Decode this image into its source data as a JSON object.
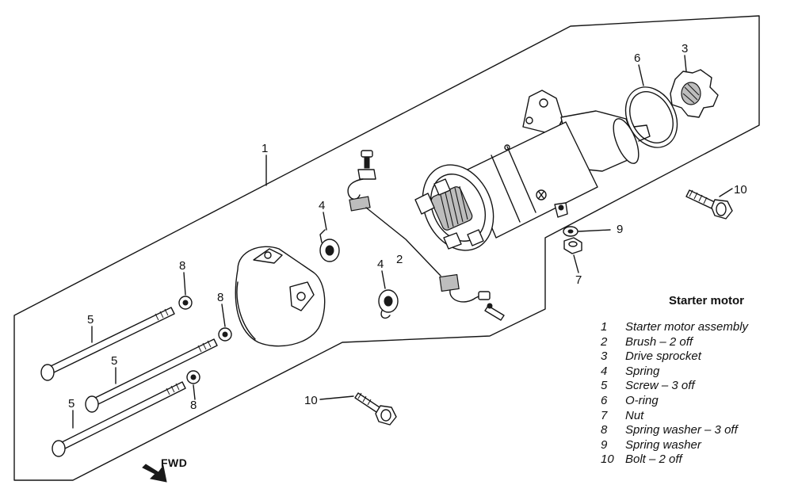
{
  "callouts": {
    "c1": "1",
    "c2": "2",
    "c3": "3",
    "c4a": "4",
    "c4b": "4",
    "c5a": "5",
    "c5b": "5",
    "c5c": "5",
    "c6": "6",
    "c7": "7",
    "c8a": "8",
    "c8b": "8",
    "c8c": "8",
    "c9": "9",
    "c10a": "10",
    "c10b": "10"
  },
  "legend": {
    "title": "Starter motor",
    "items": [
      {
        "num": "1",
        "label": "Starter motor assembly"
      },
      {
        "num": "2",
        "label": "Brush – 2 off"
      },
      {
        "num": "3",
        "label": "Drive sprocket"
      },
      {
        "num": "4",
        "label": "Spring"
      },
      {
        "num": "5",
        "label": "Screw – 3 off"
      },
      {
        "num": "6",
        "label": "O-ring"
      },
      {
        "num": "7",
        "label": "Nut"
      },
      {
        "num": "8",
        "label": "Spring washer – 3 off"
      },
      {
        "num": "9",
        "label": "Spring washer"
      },
      {
        "num": "10",
        "label": "Bolt – 2 off"
      }
    ]
  },
  "direction_label": "FWD",
  "icons": {
    "direction": "fwd-arrow-icon"
  }
}
